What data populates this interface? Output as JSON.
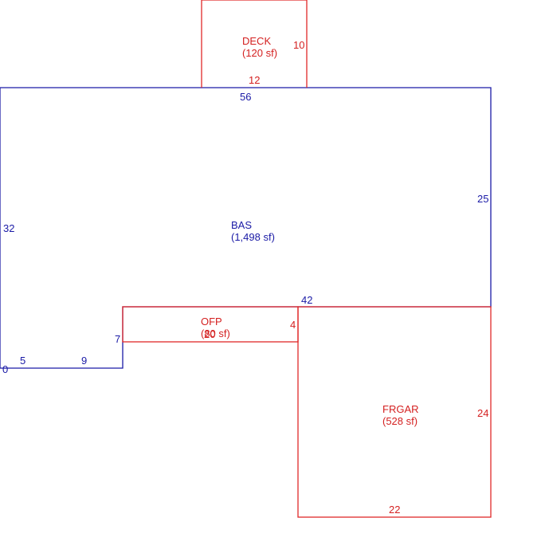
{
  "colors": {
    "primary_outline": "#1a1aa6",
    "secondary_outline": "#e02828"
  },
  "areas": {
    "deck": {
      "name": "DECK",
      "area": "(120 sf)"
    },
    "bas": {
      "name": "BAS",
      "area": "(1,498 sf)"
    },
    "ofp": {
      "name": "OFP",
      "area": "(80 sf)",
      "overlap_dim": "20"
    },
    "frgar": {
      "name": "FRGAR",
      "area": "(528 sf)"
    }
  },
  "dimensions": {
    "deck_right": "10",
    "deck_bottom": "12",
    "bas_top": "56",
    "bas_right": "25",
    "bas_left": "32",
    "bas_notch": "42",
    "ofp_right": "4",
    "ofp_left": "7",
    "bottom_0": "0",
    "bottom_5": "5",
    "bottom_9": "9",
    "frgar_right": "24",
    "frgar_bottom": "22"
  }
}
